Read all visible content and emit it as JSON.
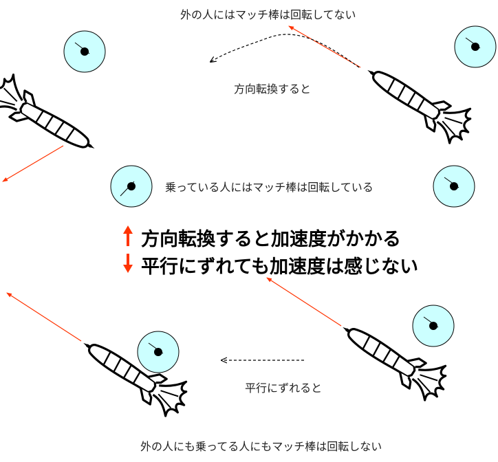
{
  "labels": {
    "top_caption": "外の人にはマッチ棒は回転してない",
    "turn_caption": "方向転換すると",
    "rider_caption": "乗っている人にはマッチ棒は回転している",
    "shift_caption": "平行にずれると",
    "bottom_caption": "外の人にも乗ってる人にもマッチ棒は回転しない"
  },
  "headline": {
    "line1": "方向転換すると加速度がかかる",
    "line2": "平行にずれても加速度は感じない",
    "up_arrow_icon": "↑",
    "down_arrow_icon": "↓"
  },
  "colors": {
    "velocity_arrow": "#ff3300",
    "dial_fill": "#ccffff",
    "headline_arrow": "#ff3300"
  }
}
